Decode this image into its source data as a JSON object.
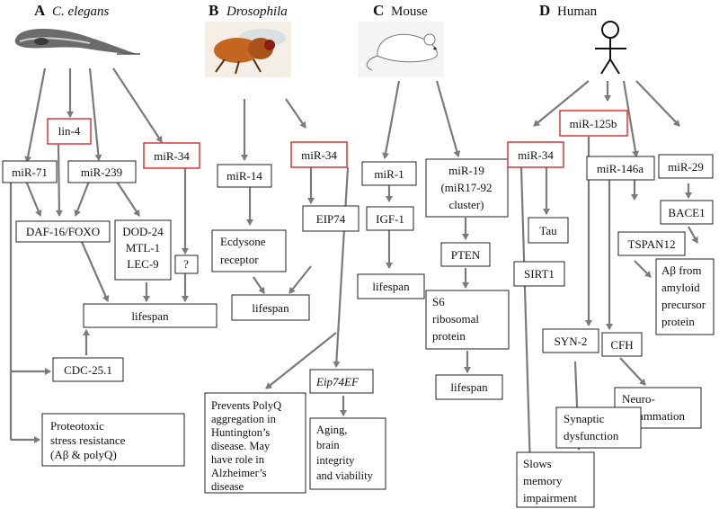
{
  "panels": {
    "a": {
      "letter": "A",
      "title": "C. elegans"
    },
    "b": {
      "letter": "B",
      "title": "Drosophila"
    },
    "c": {
      "letter": "C",
      "title": "Mouse"
    },
    "d": {
      "letter": "D",
      "title": "Human"
    }
  },
  "a_nodes": {
    "lin4": "lin-4",
    "mir34": "miR-34",
    "mir71": "miR-71",
    "mir239": "miR-239",
    "daf16": "DAF-16/FOXO",
    "dod24": [
      "DOD-24",
      "MTL-1",
      "LEC-9"
    ],
    "question": "?",
    "lifespan": "lifespan",
    "cdc25": "CDC-25.1",
    "proteo": [
      "Proteotoxic",
      "stress resistance",
      "(Aβ & polyQ)"
    ]
  },
  "b_nodes": {
    "mir14": "miR-14",
    "mir34": "miR-34",
    "ecdysone": [
      "Ecdysone",
      "receptor"
    ],
    "eip74": "EIP74",
    "lifespan": "lifespan",
    "polyq": [
      "Prevents PolyQ",
      "aggregation in",
      "Huntington’s",
      "disease. May",
      "have role in",
      "Alzheimer’s",
      "disease"
    ],
    "eip74ef": "Eip74EF",
    "aging": [
      "Aging,",
      "brain",
      "integrity",
      "and viability"
    ]
  },
  "c_nodes": {
    "mir1": "miR-1",
    "mir19": [
      "miR-19",
      "(miR17-92",
      "cluster)"
    ],
    "igf1": "IGF-1",
    "pten": "PTEN",
    "lifespan1": "lifespan",
    "s6": [
      "S6",
      "ribosomal",
      "protein"
    ],
    "lifespan2": "lifespan"
  },
  "d_nodes": {
    "mir125b": "miR-125b",
    "mir34": "miR-34",
    "mir146a": "miR-146a",
    "mir29": "miR-29",
    "tau": "Tau",
    "bace1": "BACE1",
    "tspan12": "TSPAN12",
    "sirt1": "SIRT1",
    "abeta": [
      "Aβ from",
      "amyloid",
      "precursor",
      "protein"
    ],
    "syn2": "SYN-2",
    "cfh": "CFH",
    "neuro": [
      "Neuro-",
      "inflammation"
    ],
    "synaptic": [
      "Synaptic",
      "dysfunction"
    ],
    "slows": [
      "Slows",
      "memory",
      "impairment"
    ]
  }
}
